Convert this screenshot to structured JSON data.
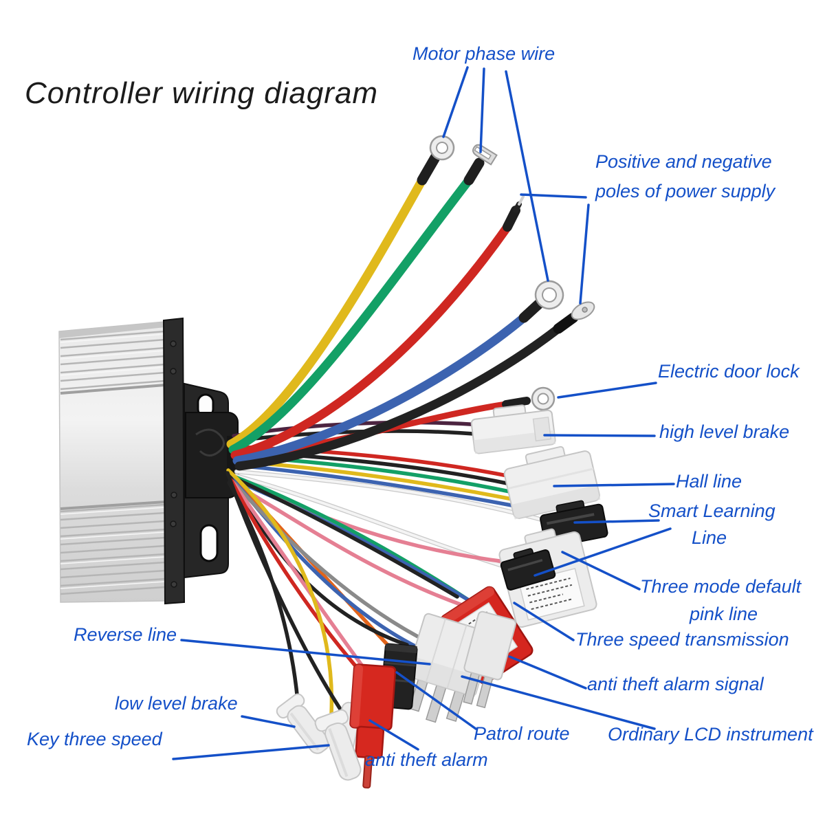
{
  "title": "Controller wiring diagram",
  "annotations": {
    "motor_phase": "Motor phase wire",
    "power_supply_line1": "Positive and negative",
    "power_supply_line2": "poles of power supply",
    "electric_door_lock": "Electric door lock",
    "high_level_brake": "high level brake",
    "hall_line": "Hall line",
    "smart_learning_line1": "Smart Learning",
    "smart_learning_line2": "Line",
    "three_mode_line1": "Three mode default",
    "three_mode_line2": "pink line",
    "three_speed": "Three speed transmission",
    "anti_theft_signal": "anti theft alarm signal",
    "reverse_line": "Reverse line",
    "low_level_brake": "low level brake",
    "key_three_speed": "Key three speed",
    "anti_theft_alarm": "anti theft alarm",
    "patrol_route": "Patrol route",
    "lcd_instrument": "Ordinary LCD instrument"
  },
  "colors": {
    "label_blue": "#1450c8",
    "title_black": "#1b1b1b",
    "wire_yellow": "#e0b91c",
    "wire_green": "#13a066",
    "wire_red": "#cf2721",
    "wire_blue": "#3c63b0",
    "wire_black": "#222222",
    "wire_orange": "#e2641a",
    "wire_pink": "#e57f93",
    "wire_white": "#ededed",
    "wire_maroon": "#4c2440",
    "connector_white": "#efefef",
    "connector_black": "#202020",
    "connector_red": "#d5261f",
    "controller_silver": "#dcdcdc"
  }
}
